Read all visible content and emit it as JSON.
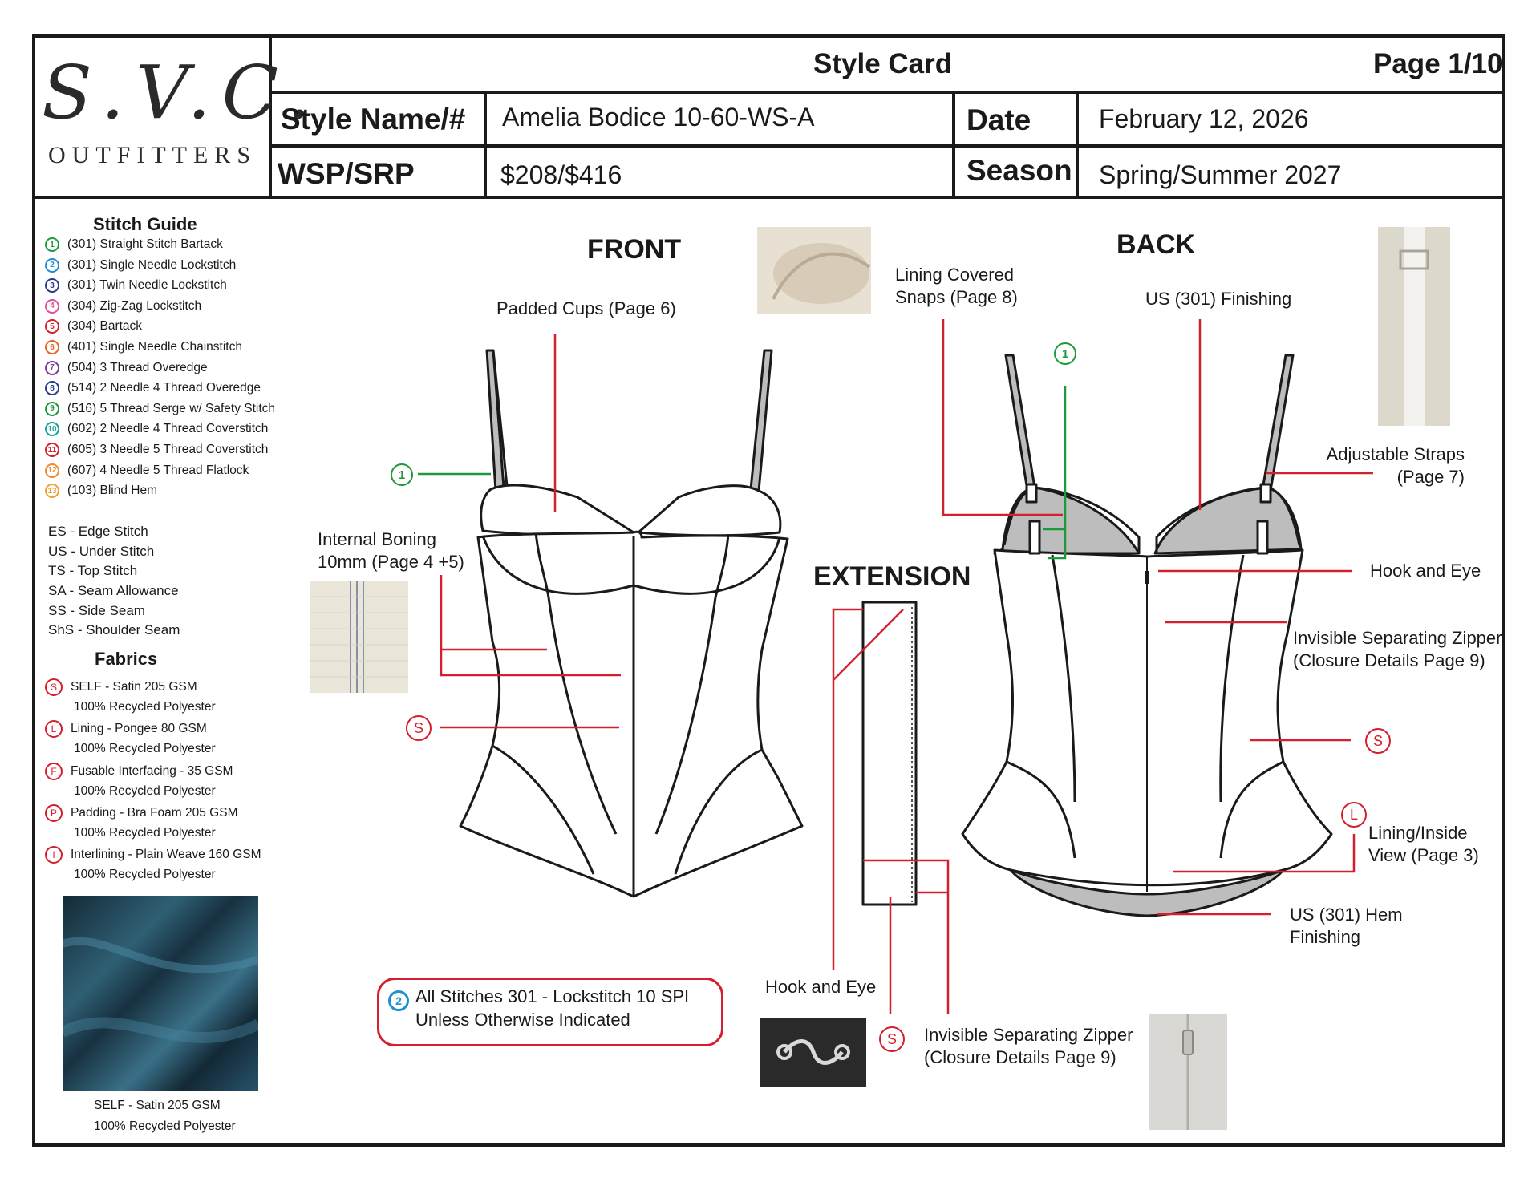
{
  "brand": {
    "logo_script": "S.V.C.",
    "logo_sub": "OUTFITTERS"
  },
  "header": {
    "title": "Style Card",
    "page": "Page 1/10",
    "style_label": "Style Name/#",
    "style_value": "Amelia Bodice 10-60-WS-A",
    "price_label": "WSP/SRP",
    "price_value": "$208/$416",
    "date_label": "Date",
    "date_value": "February 12, 2026",
    "season_label": "Season",
    "season_value": "Spring/Summer 2027"
  },
  "stitch_guide": {
    "title": "Stitch Guide",
    "items": [
      {
        "num": "1",
        "label": "(301) Straight Stitch Bartack",
        "color": "#1e9a3c"
      },
      {
        "num": "2",
        "label": "(301) Single Needle Lockstitch",
        "color": "#1f8fcf"
      },
      {
        "num": "3",
        "label": "(301) Twin Needle Lockstitch",
        "color": "#2b3a8f"
      },
      {
        "num": "4",
        "label": "(304) Zig-Zag Lockstitch",
        "color": "#e0509a"
      },
      {
        "num": "5",
        "label": "(304) Bartack",
        "color": "#d4202e"
      },
      {
        "num": "6",
        "label": "(401) Single Needle Chainstitch",
        "color": "#e8622a"
      },
      {
        "num": "7",
        "label": "(504) 3 Thread Overedge",
        "color": "#7a3d9a"
      },
      {
        "num": "8",
        "label": "(514) 2 Needle 4 Thread Overedge",
        "color": "#2b3a8f"
      },
      {
        "num": "9",
        "label": "(516) 5 Thread Serge w/ Safety Stitch",
        "color": "#1e9a3c"
      },
      {
        "num": "10",
        "label": "(602) 2 Needle 4 Thread Coverstitch",
        "color": "#17a39a"
      },
      {
        "num": "11",
        "label": "(605) 3 Needle 5 Thread Coverstitch",
        "color": "#d4202e"
      },
      {
        "num": "12",
        "label": "(607) 4 Needle 5 Thread Flatlock",
        "color": "#f08a2a"
      },
      {
        "num": "13",
        "label": "(103) Blind Hem",
        "color": "#f0a030"
      }
    ]
  },
  "abbreviations": [
    "ES - Edge Stitch",
    "US - Under Stitch",
    "TS - Top Stitch",
    "SA - Seam Allowance",
    "SS - Side Seam",
    "ShS - Shoulder Seam"
  ],
  "fabrics": {
    "title": "Fabrics",
    "items": [
      {
        "badge": "S",
        "name": "SELF - Satin 205 GSM",
        "content": "100% Recycled Polyester"
      },
      {
        "badge": "L",
        "name": "Lining - Pongee 80 GSM",
        "content": "100% Recycled Polyester"
      },
      {
        "badge": "F",
        "name": "Fusable Interfacing - 35 GSM",
        "content": "100% Recycled Polyester"
      },
      {
        "badge": "P",
        "name": "Padding - Bra Foam 205 GSM",
        "content": "100% Recycled Polyester"
      },
      {
        "badge": "I",
        "name": "Interlining - Plain Weave  160 GSM",
        "content": "100% Recycled Polyester"
      }
    ],
    "swatch_caption_1": "SELF - Satin 205 GSM",
    "swatch_caption_2": "100% Recycled Polyester",
    "swatch_color": "#1d3a4a"
  },
  "views": {
    "front": "FRONT",
    "back": "BACK",
    "extension": "EXTENSION"
  },
  "callouts": {
    "padded_cups": "Padded Cups (Page 6)",
    "internal_boning_1": "Internal Boning",
    "internal_boning_2": "10mm (Page 4 +5)",
    "lining_snaps_1": "Lining Covered",
    "lining_snaps_2": "Snaps (Page 8)",
    "us_finishing": "US (301) Finishing",
    "adjustable_straps_1": "Adjustable Straps",
    "adjustable_straps_2": "(Page 7)",
    "hook_eye_back": "Hook and Eye",
    "zipper_back_1": "Invisible Separating Zipper",
    "zipper_back_2": "(Closure Details Page 9)",
    "lining_view_1": "Lining/Inside",
    "lining_view_2": "View (Page 3)",
    "hem_finishing_1": "US (301) Hem",
    "hem_finishing_2": "Finishing",
    "hook_eye_ext": "Hook and Eye",
    "zipper_ext_1": "Invisible Separating Zipper",
    "zipper_ext_2": "(Closure Details Page 9)"
  },
  "badges": {
    "self": "S",
    "lining": "L",
    "bartack": "1"
  },
  "note": {
    "num": "2",
    "line1": "All Stitches 301 - Lockstitch 10 SPI",
    "line2": "Unless Otherwise Indicated"
  },
  "colors": {
    "callout_red": "#d4202e",
    "bartack_green": "#1e9a3c",
    "lockstitch_blue": "#1f8fcf"
  }
}
